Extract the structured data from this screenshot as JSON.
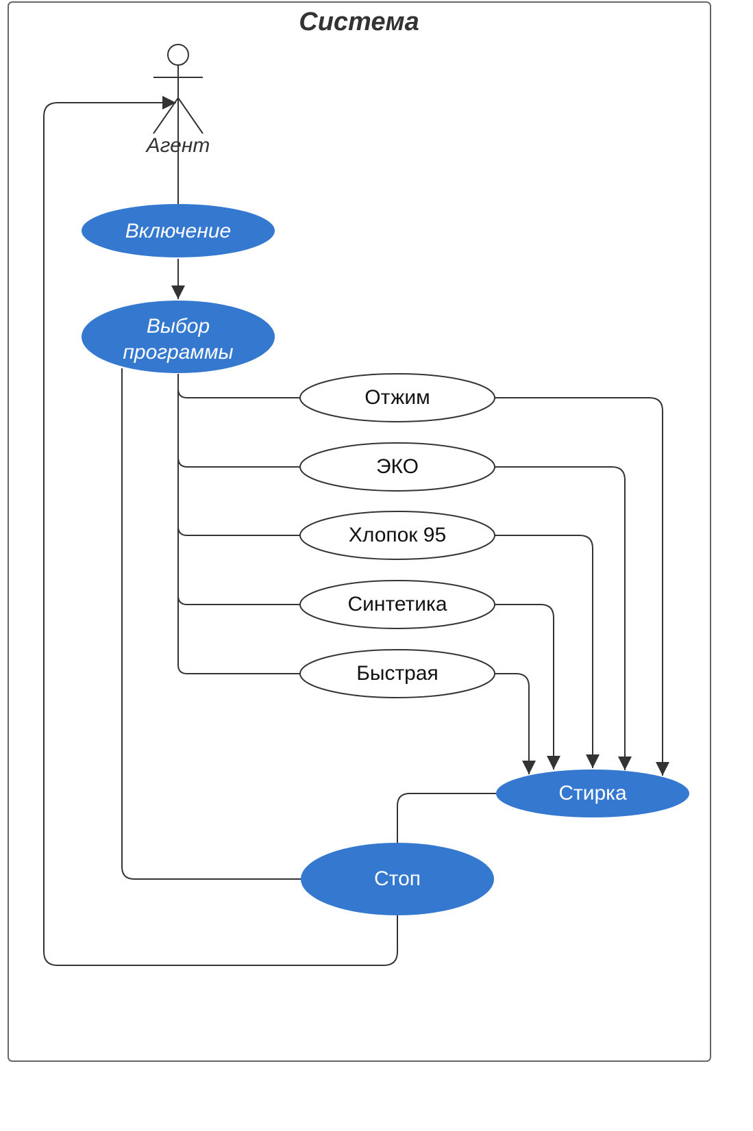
{
  "system": {
    "title": "Система"
  },
  "actor": {
    "label": "Агент"
  },
  "use_cases": {
    "power_on": "Включение",
    "select_program_line1": "Выбор",
    "select_program_line2": "программы",
    "spin": "Отжим",
    "eco": "ЭКО",
    "cotton95": "Хлопок 95",
    "synthetics": "Синтетика",
    "quick": "Быстрая",
    "wash": "Стирка",
    "stop": "Стоп"
  },
  "colors": {
    "primary_fill": "#3578cf",
    "primary_text": "#ffffff",
    "secondary_fill": "#ffffff",
    "secondary_text": "#111111",
    "stroke": "#333333"
  }
}
